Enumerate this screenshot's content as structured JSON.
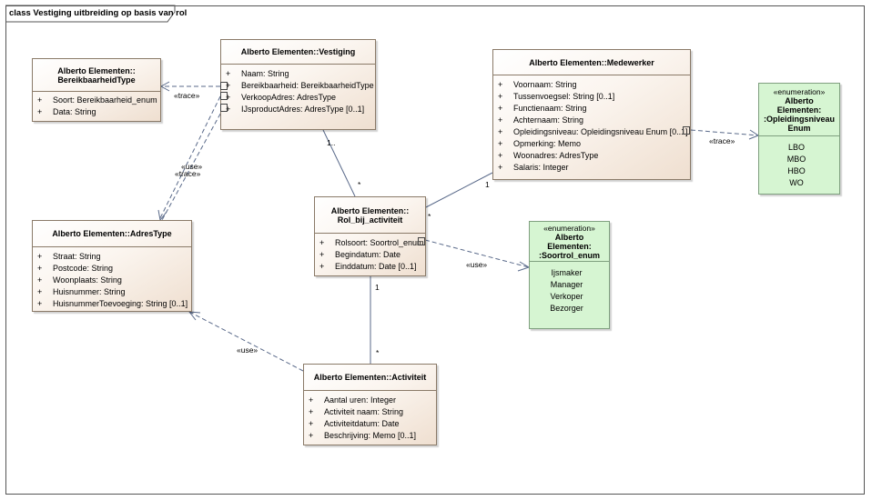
{
  "diagram": {
    "title": "class Vestiging uitbreiding op basis van rol"
  },
  "classes": {
    "bereikbaarheidtype": {
      "title_line1": "Alberto Elementen::",
      "title_line2": "BereikbaarheidType",
      "attributes": [
        {
          "vis": "+",
          "text": "Soort: Bereikbaarheid_enum"
        },
        {
          "vis": "+",
          "text": "Data: String"
        }
      ]
    },
    "vestiging": {
      "title": "Alberto Elementen::Vestiging",
      "attributes": [
        {
          "vis": "+",
          "text": "Naam: String"
        },
        {
          "vis": "+",
          "text": "Bereikbaarheid: BereikbaarheidType"
        },
        {
          "vis": "+",
          "text": "VerkoopAdres: AdresType"
        },
        {
          "vis": "+",
          "text": "IJsproductAdres: AdresType [0..1]"
        }
      ]
    },
    "medewerker": {
      "title": "Alberto Elementen::Medewerker",
      "attributes": [
        {
          "vis": "+",
          "text": "Voornaam: String"
        },
        {
          "vis": "+",
          "text": "Tussenvoegsel: String [0..1]"
        },
        {
          "vis": "+",
          "text": "Functienaam: String"
        },
        {
          "vis": "+",
          "text": "Achternaam: String"
        },
        {
          "vis": "+",
          "text": "Opleidingsniveau: Opleidingsniveau Enum [0..1]"
        },
        {
          "vis": "+",
          "text": "Opmerking: Memo"
        },
        {
          "vis": "+",
          "text": "Woonadres: AdresType"
        },
        {
          "vis": "+",
          "text": "Salaris: Integer"
        }
      ]
    },
    "adrestype": {
      "title": "Alberto Elementen::AdresType",
      "attributes": [
        {
          "vis": "+",
          "text": "Straat: String"
        },
        {
          "vis": "+",
          "text": "Postcode: String"
        },
        {
          "vis": "+",
          "text": "Woonplaats: String"
        },
        {
          "vis": "+",
          "text": "Huisnummer: String"
        },
        {
          "vis": "+",
          "text": "HuisnummerToevoeging: String [0..1]"
        }
      ]
    },
    "rol_bij_activiteit": {
      "title_line1": "Alberto Elementen::",
      "title_line2": "Rol_bij_activiteit",
      "attributes": [
        {
          "vis": "+",
          "text": "Rolsoort: Soortrol_enum"
        },
        {
          "vis": "+",
          "text": "Begindatum: Date"
        },
        {
          "vis": "+",
          "text": "Einddatum: Date [0..1]"
        }
      ]
    },
    "activiteit": {
      "title": "Alberto Elementen::Activiteit",
      "attributes": [
        {
          "vis": "+",
          "text": "Aantal uren: Integer"
        },
        {
          "vis": "+",
          "text": "Activiteit naam: String"
        },
        {
          "vis": "+",
          "text": "Activiteitdatum: Date"
        },
        {
          "vis": "+",
          "text": "Beschrijving: Memo [0..1]"
        }
      ]
    }
  },
  "enums": {
    "opleidingsniveau": {
      "stereotype": "«enumeration»",
      "title_line1": "Alberto Elementen:",
      "title_line2": ":Opleidingsniveau",
      "title_line3": "Enum",
      "literals": [
        "LBO",
        "MBO",
        "HBO",
        "WO"
      ]
    },
    "soortrol": {
      "stereotype": "«enumeration»",
      "title_line1": "Alberto Elementen:",
      "title_line2": ":Soortrol_enum",
      "literals": [
        "Ijsmaker",
        "Manager",
        "Verkoper",
        "Bezorger"
      ]
    }
  },
  "connectors": {
    "vestiging_bereikbaarheid": "«trace»",
    "vestiging_adres_use": "«use»",
    "vestiging_adres_trace": "«trace»",
    "medewerker_opleiding": "«trace»",
    "rol_soortrol": "«use»",
    "activiteit_adres": "«use»",
    "mult_vestiging": "1..",
    "mult_rol_top": "*",
    "mult_rol_right": "*",
    "mult_medewerker": "1",
    "mult_rol_bottom": "1",
    "mult_activiteit": "*"
  }
}
